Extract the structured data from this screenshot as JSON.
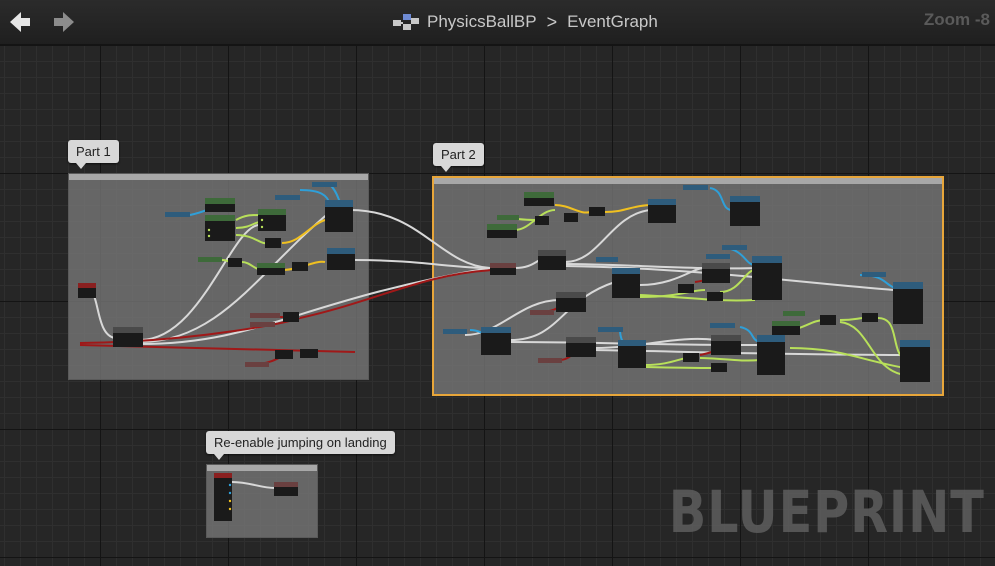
{
  "toolbar": {
    "back_icon": "arrow-left-icon",
    "forward_icon": "arrow-right-icon"
  },
  "breadcrumb": {
    "blueprint_icon": "blueprint-graph-icon",
    "asset": "PhysicsBallBP",
    "separator": ">",
    "graph": "EventGraph"
  },
  "zoom": "Zoom -8",
  "watermark": "BLUEPRINT",
  "comments": [
    {
      "label": "Part 1"
    },
    {
      "label": "Part 2",
      "selected": true
    },
    {
      "label": "Re-enable jumping on landing"
    }
  ],
  "colors": {
    "exec_wire": "#d8d8d8",
    "object_wire": "#2f9fd8",
    "float_wire": "#b8e05a",
    "bool_wire": "#a01818",
    "vector_wire": "#f0c020",
    "selection": "#e8a63a"
  }
}
